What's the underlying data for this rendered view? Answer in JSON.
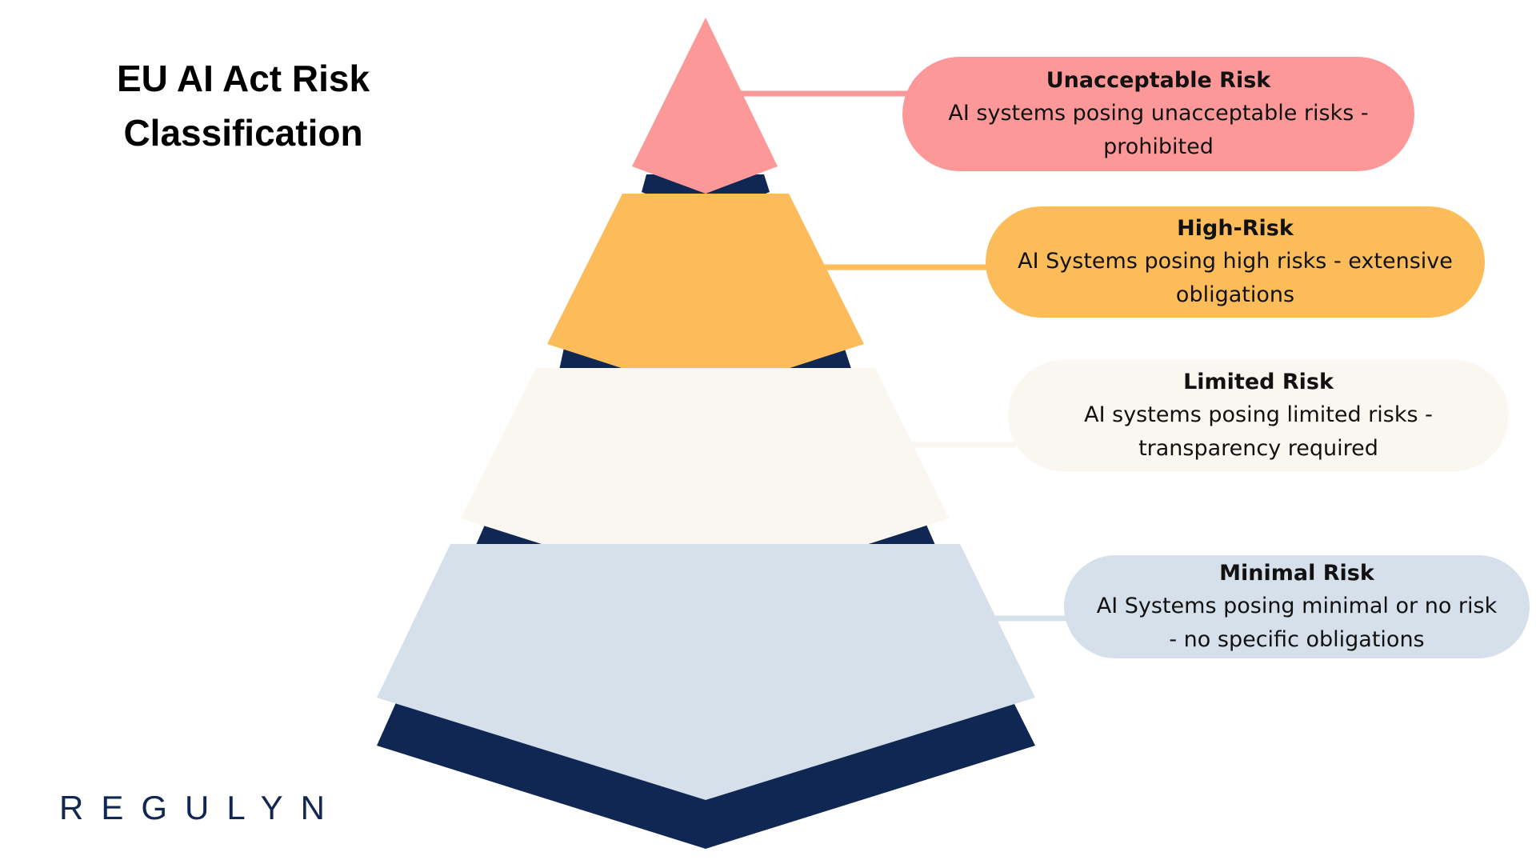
{
  "title": {
    "line1": "EU AI Act Risk",
    "line2": "Classification"
  },
  "logo": "REGULYN",
  "colors": {
    "navy": "#0f2752",
    "unacceptable": "#fd9898",
    "high": "#fdbc5a",
    "limited": "#faf6f0",
    "minimal": "#d5e0ea"
  },
  "tiers": [
    {
      "key": "unacceptable",
      "title": "Unacceptable Risk",
      "description": "AI systems posing unacceptable risks - prohibited"
    },
    {
      "key": "high",
      "title": "High-Risk",
      "description": "AI Systems posing high risks - extensive obligations"
    },
    {
      "key": "limited",
      "title": "Limited Risk",
      "description": "AI systems posing limited risks - transparency required"
    },
    {
      "key": "minimal",
      "title": "Minimal Risk",
      "description": "AI Systems posing minimal or no risk - no specific obligations"
    }
  ]
}
